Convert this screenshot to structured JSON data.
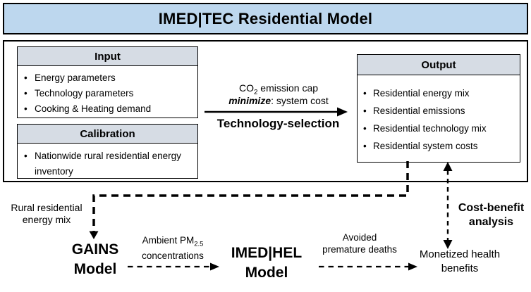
{
  "colors": {
    "title_bg": "#BDD7EE",
    "header_bg": "#D6DCE4",
    "border": "#000000",
    "text": "#000000"
  },
  "title_bar": {
    "title": "IMED|TEC Residential Model"
  },
  "boxes": {
    "input": {
      "header": "Input",
      "items": [
        "Energy parameters",
        "Technology parameters",
        "Cooking & Heating demand"
      ]
    },
    "calibration": {
      "header": "Calibration",
      "items": [
        "Nationwide rural residential energy inventory"
      ]
    },
    "output": {
      "header": "Output",
      "items": [
        "Residential energy mix",
        "Residential emissions",
        "Residential technology mix",
        "Residential system costs"
      ]
    }
  },
  "optimization": {
    "co2_pre": "CO",
    "co2_sub": "2",
    "co2_post": " emission cap",
    "minimize_word": "minimize",
    "minimize_rest": ": system cost",
    "arrow_label": "Technology-selection"
  },
  "flow": {
    "rural_label": "Rural residential energy mix",
    "gains_model": "GAINS Model",
    "ambient_pre": "Ambient PM",
    "ambient_sub": "2.5",
    "ambient_post": "concentrations",
    "imed_hel_model": "IMED|HEL Model",
    "avoided_line1": "Avoided",
    "avoided_line2": "premature deaths",
    "monetized_label": "Monetized health benefits",
    "cost_benefit_label": "Cost-benefit analysis"
  }
}
